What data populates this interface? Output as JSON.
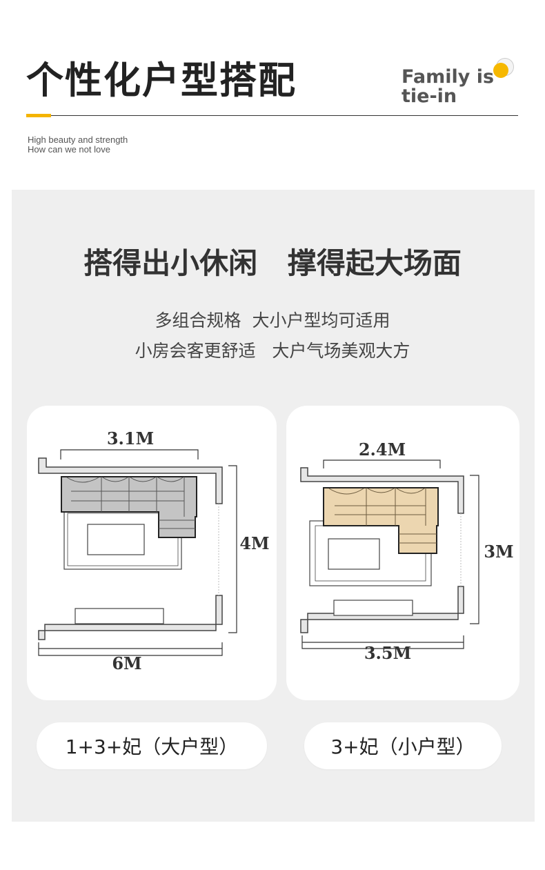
{
  "header": {
    "title": "个性化户型搭配",
    "badge_line1": "Family is",
    "badge_line2": "tie-in",
    "subtitle_line1": "High beauty and strength",
    "subtitle_line2": "How can we not love"
  },
  "main": {
    "headline": "搭得出小休闲   撑得起大场面",
    "desc_line1": "多组合规格  大小户型均可适用",
    "desc_line2": "小房会客更舒适   大户气场美观大方"
  },
  "layouts": [
    {
      "sofa_dim": "3.1M",
      "depth_dim": "4M",
      "width_dim": "6M",
      "label": "1+3+妃（大户型）",
      "sofa_color": "#c4c4c4"
    },
    {
      "sofa_dim": "2.4M",
      "depth_dim": "3M",
      "width_dim": "3.5M",
      "label": "3+妃（小户型）",
      "sofa_color": "#ecd6b0"
    }
  ],
  "colors": {
    "accent": "#f4b400",
    "panel_bg": "#efefef",
    "wall_fill": "#e6e6e6"
  }
}
